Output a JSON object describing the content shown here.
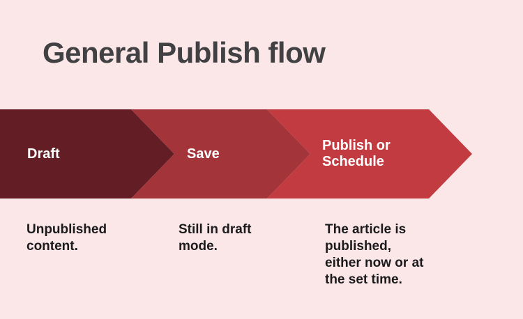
{
  "page": {
    "background_color": "#fbe7e8",
    "title_color": "#414144",
    "label_text_color": "#ffffff",
    "description_text_color": "#1b1b1d"
  },
  "title": {
    "text": "General Publish flow"
  },
  "steps": [
    {
      "label": "Draft",
      "color": "#621e24",
      "description": "Unpublished\ncontent."
    },
    {
      "label": "Save",
      "color": "#a3343a",
      "description": "Still in draft\nmode."
    },
    {
      "label": "Publish or\nSchedule",
      "color": "#c23b41",
      "description": "The article is\npublished,\neither now or at\nthe set time."
    }
  ]
}
